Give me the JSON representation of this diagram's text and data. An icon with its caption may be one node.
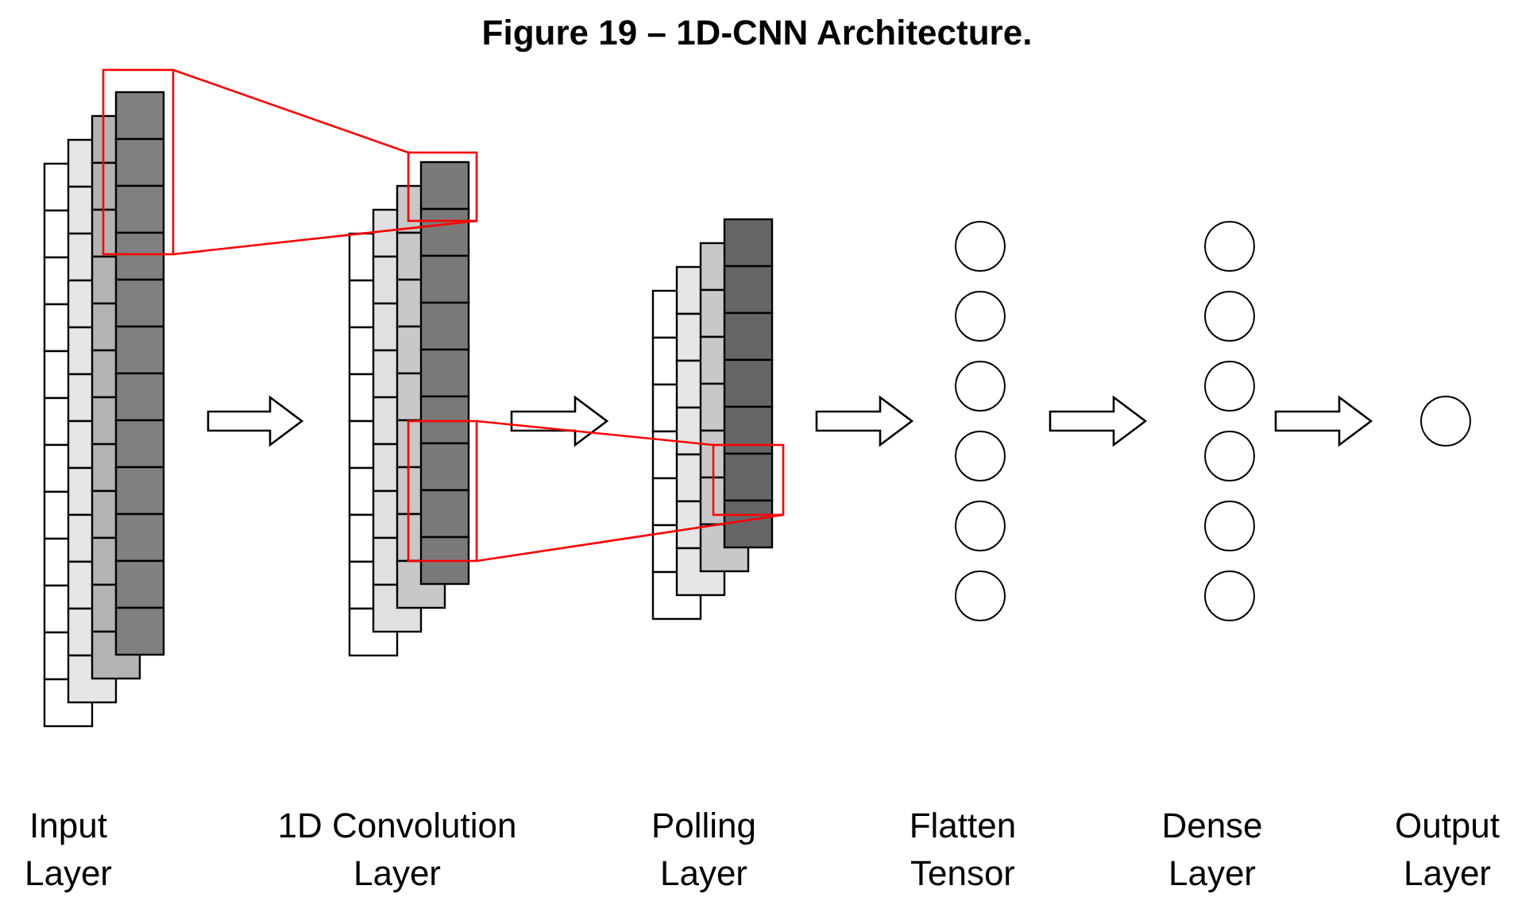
{
  "diagram": {
    "title": "Figure 19 – 1D-CNN Architecture.",
    "nodes": [
      {
        "text": [
          "Input Layer"
        ]
      },
      {
        "text": [
          "1D Convolution Layer"
        ]
      },
      {
        "text": [
          "Polling Layer"
        ]
      },
      {
        "text": [
          "Flatten Tensor"
        ]
      },
      {
        "text": [],
        "shape": "circle",
        "in": 3
      },
      {
        "text": [],
        "shape": "circle",
        "in": 3
      },
      {
        "text": [],
        "shape": "circle",
        "in": 3
      },
      {
        "text": [],
        "shape": "circle",
        "in": 3
      },
      {
        "text": [],
        "shape": "circle",
        "in": 3
      },
      {
        "text": [],
        "shape": "circle",
        "in": 3
      },
      {
        "text": [
          "Dense Layer"
        ]
      },
      {
        "text": [],
        "shape": "circle",
        "in": 10
      },
      {
        "text": [],
        "shape": "circle",
        "in": 10
      },
      {
        "text": [],
        "shape": "circle",
        "in": 10
      },
      {
        "text": [],
        "shape": "circle",
        "in": 10
      },
      {
        "text": [],
        "shape": "circle",
        "in": 10
      },
      {
        "text": [],
        "shape": "circle",
        "in": 10
      },
      {
        "text": [
          "Output Layer"
        ]
      },
      {
        "text": [],
        "shape": "circle",
        "in": 17
      }
    ],
    "edges": [
      {
        "from": 0,
        "to": 1,
        "arrow": "to"
      },
      {
        "from": 1,
        "to": 2,
        "arrow": "to"
      },
      {
        "from": 2,
        "to": 3,
        "arrow": "to"
      },
      {
        "from": 3,
        "to": 10,
        "arrow": "to"
      },
      {
        "from": 10,
        "to": 17,
        "arrow": "to"
      }
    ]
  }
}
